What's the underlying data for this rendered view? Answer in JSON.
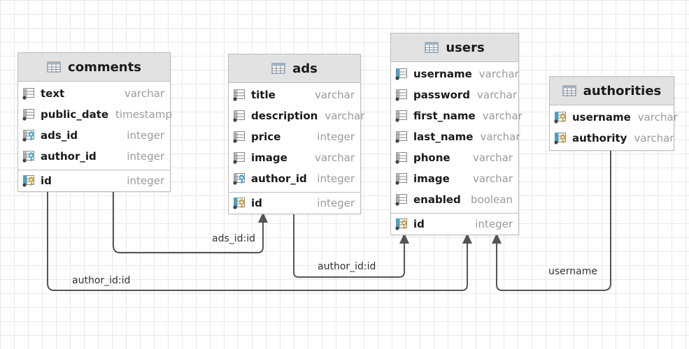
{
  "tables": {
    "comments": {
      "name": "comments",
      "columns": [
        {
          "name": "text",
          "type": "varchar",
          "icon": "column-icon"
        },
        {
          "name": "public_date",
          "type": "timestamp",
          "icon": "column-icon"
        },
        {
          "name": "ads_id",
          "type": "integer",
          "icon": "foreign-key-column-icon"
        },
        {
          "name": "author_id",
          "type": "integer",
          "icon": "foreign-key-column-icon"
        }
      ],
      "pk": {
        "name": "id",
        "type": "integer",
        "icon": "primary-key-icon"
      }
    },
    "ads": {
      "name": "ads",
      "columns": [
        {
          "name": "title",
          "type": "varchar",
          "icon": "column-icon"
        },
        {
          "name": "description",
          "type": "varchar",
          "icon": "column-icon"
        },
        {
          "name": "price",
          "type": "integer",
          "icon": "column-icon"
        },
        {
          "name": "image",
          "type": "varchar",
          "icon": "column-icon"
        },
        {
          "name": "author_id",
          "type": "integer",
          "icon": "foreign-key-column-icon"
        }
      ],
      "pk": {
        "name": "id",
        "type": "integer",
        "icon": "primary-key-icon"
      }
    },
    "users": {
      "name": "users",
      "columns": [
        {
          "name": "username",
          "type": "varchar",
          "icon": "unique-index-column-icon"
        },
        {
          "name": "password",
          "type": "varchar",
          "icon": "column-icon"
        },
        {
          "name": "first_name",
          "type": "varchar",
          "icon": "column-icon"
        },
        {
          "name": "last_name",
          "type": "varchar",
          "icon": "column-icon"
        },
        {
          "name": "phone",
          "type": "varchar",
          "icon": "column-icon"
        },
        {
          "name": "image",
          "type": "varchar",
          "icon": "column-icon"
        },
        {
          "name": "enabled",
          "type": "boolean",
          "icon": "column-icon"
        }
      ],
      "pk": {
        "name": "id",
        "type": "integer",
        "icon": "primary-key-icon"
      }
    },
    "authorities": {
      "name": "authorities",
      "columns": [
        {
          "name": "username",
          "type": "varchar",
          "icon": "foreign-key-pk-icon"
        },
        {
          "name": "authority",
          "type": "varchar",
          "icon": "foreign-key-pk-icon"
        }
      ]
    }
  },
  "relationships": [
    {
      "label": "ads_id:id"
    },
    {
      "label": "author_id:id"
    },
    {
      "label": "author_id:id"
    },
    {
      "label": "username"
    }
  ],
  "colors": {
    "header_bg": "#e2e2e2",
    "border": "#bdbdbd",
    "type_text": "#9a9a9a",
    "link": "#555555",
    "key_gold": "#d9a02b",
    "key_blue": "#3aa7d6"
  }
}
